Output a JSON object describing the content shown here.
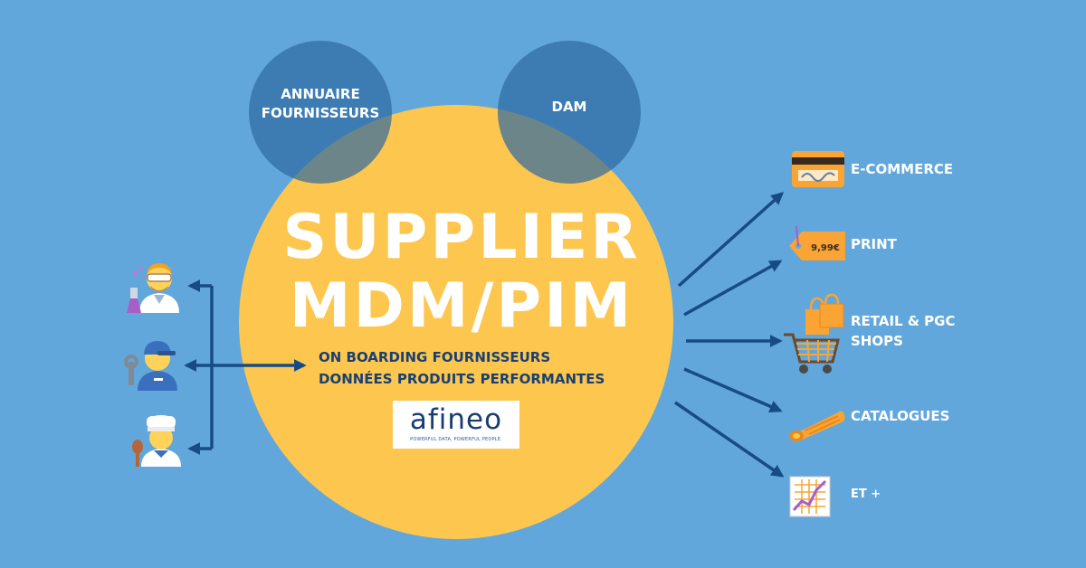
{
  "bubbles": {
    "left_label": "ANNUAIRE\nFOURNISSEURS",
    "right_label": "DAM"
  },
  "center": {
    "title_line1": "SUPPLIER",
    "title_line2": "MDM/PIM",
    "subtitle_line1": "ON BOARDING FOURNISSEURS",
    "subtitle_line2": "DONNÉES PRODUITS PERFORMANTES"
  },
  "logo": {
    "word": "afineo",
    "tagline": "POWERFUL DATA. POWERFUL PEOPLE."
  },
  "suppliers": [
    {
      "icon": "scientist-icon"
    },
    {
      "icon": "mechanic-icon"
    },
    {
      "icon": "cook-icon"
    }
  ],
  "outputs": [
    {
      "label": "E-COMMERCE",
      "icon": "credit-card-icon"
    },
    {
      "label": "PRINT",
      "icon": "price-tag-icon",
      "tag_text": "9,99€"
    },
    {
      "label": "RETAIL & PGC\nSHOPS",
      "icon": "shopping-cart-icon"
    },
    {
      "label": "CATALOGUES",
      "icon": "rolled-newspaper-icon"
    },
    {
      "label": "ET +",
      "icon": "chart-increasing-icon"
    }
  ],
  "colors": {
    "background": "#62a7db",
    "center_circle": "#fdc74f",
    "bubble": "#2e6aa3",
    "arrow": "#174b86",
    "text_dark": "#1a3f73"
  }
}
